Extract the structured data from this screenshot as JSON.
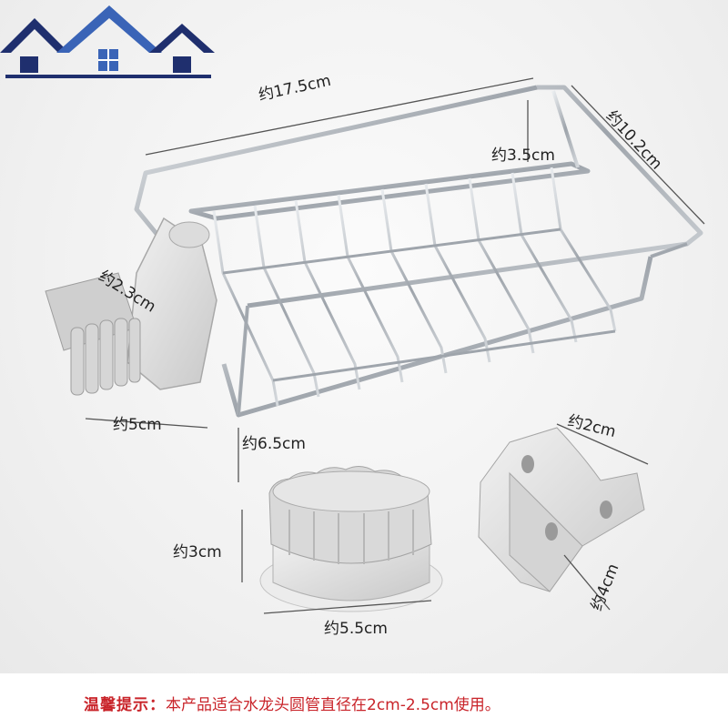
{
  "colors": {
    "accent_red": "#c9242a",
    "logo_navy": "#1f2f6e",
    "logo_blue": "#3a64b7",
    "steel": "#b9bec4",
    "plastic": "#e2e2e2"
  },
  "icons": {
    "logo": "house-roof-logo",
    "product": "sink-faucet-wire-rack"
  },
  "dimensions": {
    "rack_length": "约17.5cm",
    "rack_width": "约10.2cm",
    "rack_height": "约3.5cm",
    "clip_width": "约2.3cm",
    "clamp_length": "约5cm",
    "arm_length": "约6.5cm",
    "knob_top": "约3cm",
    "knob_diameter": "约5.5cm",
    "bracket_width": "约2cm",
    "bracket_height": "约4cm"
  },
  "footer": {
    "label": "温馨提示：",
    "text": "本产品适合水龙头圆管直径在2cm-2.5cm使用。"
  }
}
